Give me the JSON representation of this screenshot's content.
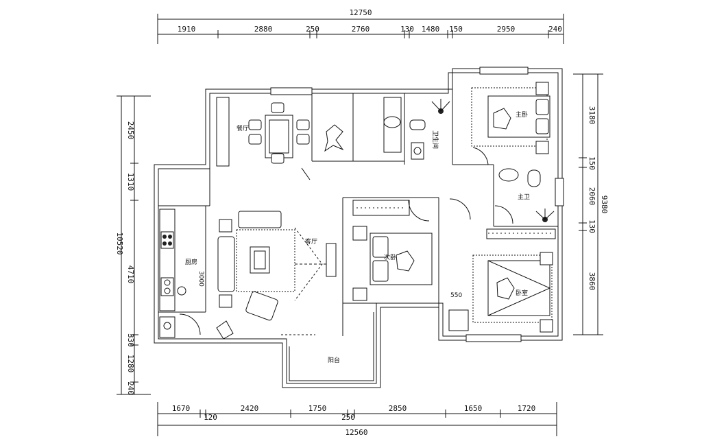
{
  "dimensions": {
    "top_total": "12750",
    "top_segments": [
      "1910",
      "2880",
      "250",
      "2760",
      "130",
      "1480",
      "150",
      "2950",
      "240"
    ],
    "bottom_total": "12560",
    "bottom_segments": [
      "1670",
      "120",
      "2420",
      "1750",
      "250",
      "2850",
      "1650",
      "1720"
    ],
    "left_total": "10520",
    "left_segments": [
      "2450",
      "1310",
      "4710",
      "330",
      "1280",
      "240"
    ],
    "right_total": "9380",
    "right_segments": [
      "3180",
      "150",
      "2060",
      "130",
      "3860"
    ]
  },
  "annotations": {
    "sofa_width": "3000",
    "wardrobe_gap": "550"
  },
  "rooms": {
    "dining": "餐厅",
    "kitchen": "厨房",
    "living": "客厅",
    "master_bedroom": "主卧",
    "second_bedroom": "次卧",
    "third_bedroom": "卧室",
    "toilet_main": "卫生间",
    "toilet_second": "主卫",
    "balcony": "阳台"
  }
}
